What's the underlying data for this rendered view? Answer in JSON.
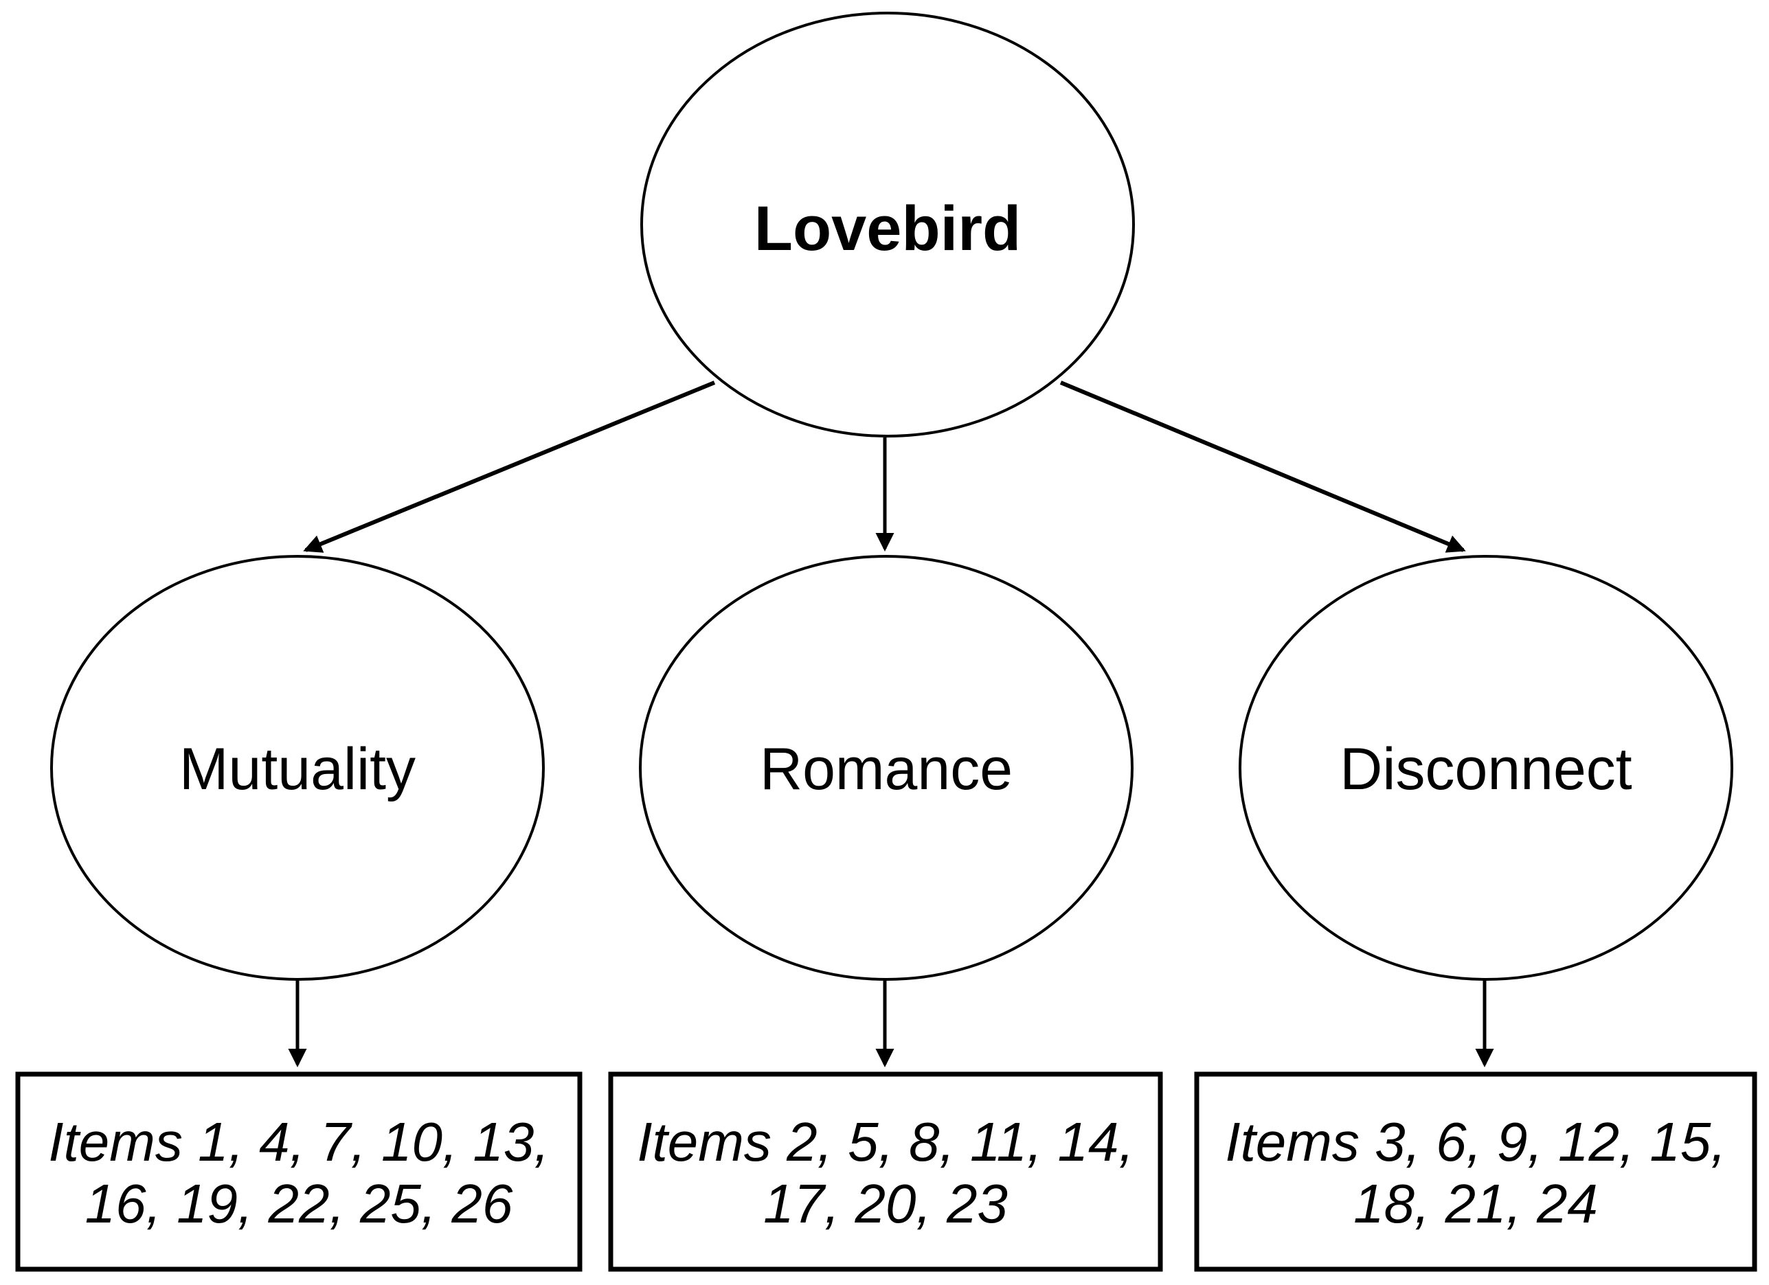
{
  "diagram": {
    "background": "#ffffff",
    "stroke_color": "#000000",
    "root": {
      "label": "Lovebird"
    },
    "factors": [
      {
        "label": "Mutuality",
        "items": {
          "line1": "Items 1, 4, 7, 10, 13,",
          "line2": "16, 19, 22, 25, 26",
          "full": "Items 1, 4, 7, 10, 13, 16, 19, 22, 25, 26"
        }
      },
      {
        "label": "Romance",
        "items": {
          "line1": "Items 2, 5, 8, 11, 14,",
          "line2": "17, 20, 23",
          "full": "Items 2, 5, 8, 11, 14, 17, 20, 23"
        }
      },
      {
        "label": "Disconnect",
        "items": {
          "line1": "Items 3, 6, 9, 12, 15,",
          "line2": "18, 21, 24",
          "full": "Items 3, 6, 9, 12, 15, 18, 21, 24"
        }
      }
    ]
  }
}
